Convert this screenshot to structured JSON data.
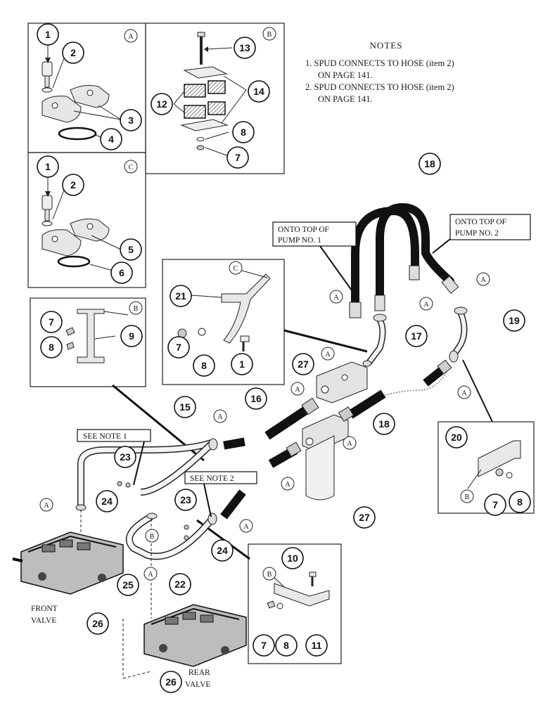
{
  "notes": {
    "title": "NOTES",
    "items": [
      {
        "line1": "1. SPUD CONNECTS TO HOSE (item 2)",
        "line2": "ON PAGE 141."
      },
      {
        "line1": "2. SPUD CONNECTS TO HOSE (item 2)",
        "line2": "ON PAGE 141."
      }
    ]
  },
  "callouts": {
    "pump1": {
      "line1": "ONTO TOP OF",
      "line2": "PUMP NO. 1"
    },
    "pump2": {
      "line1": "ONTO TOP OF",
      "line2": "PUMP NO. 2"
    },
    "see_note_1": "SEE NOTE 1",
    "see_note_2": "SEE NOTE 2"
  },
  "valves": {
    "front": {
      "line1": "FRONT",
      "line2": "VALVE"
    },
    "rear": {
      "line1": "REAR",
      "line2": "VALVE"
    }
  },
  "part_numbers": [
    "1",
    "2",
    "3",
    "4",
    "5",
    "6",
    "7",
    "8",
    "9",
    "10",
    "11",
    "12",
    "13",
    "14",
    "15",
    "16",
    "17",
    "18",
    "19",
    "20",
    "21",
    "22",
    "23",
    "24",
    "25",
    "26",
    "27"
  ],
  "detail_letters": [
    "A",
    "B",
    "C"
  ]
}
